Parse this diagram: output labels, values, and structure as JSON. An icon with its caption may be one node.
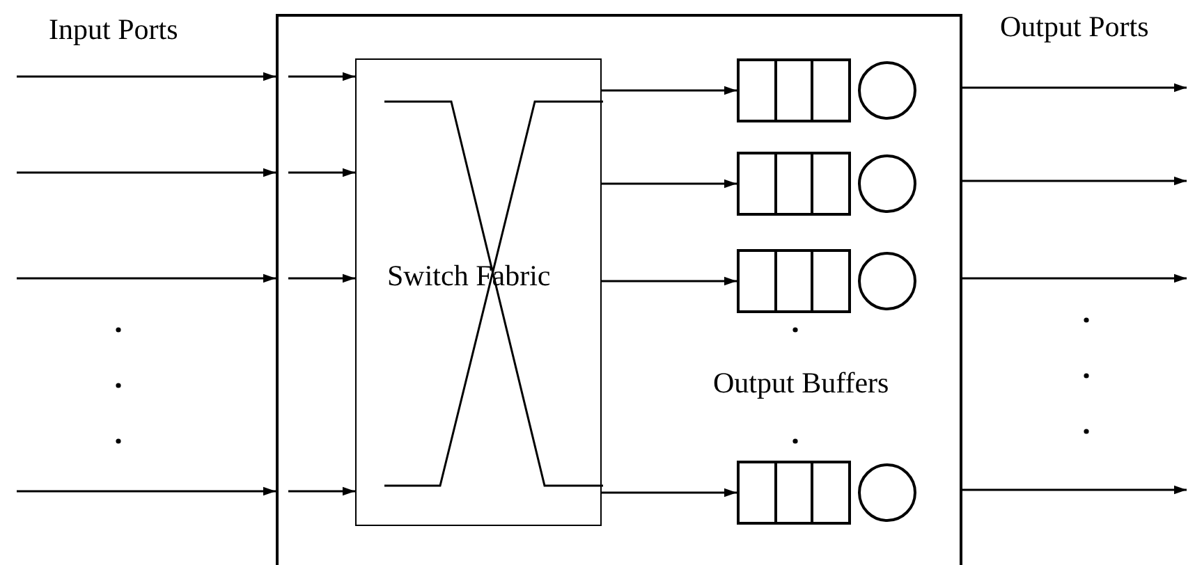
{
  "diagram": {
    "nodes": [
      {
        "text": [],
        "shape": "box"
      },
      {
        "text": [
          "Switch Fabric"
        ],
        "in": 0
      },
      {
        "text": [],
        "shape": "queue",
        "in": 0
      },
      {
        "text": [],
        "shape": "queue",
        "in": 0
      },
      {
        "text": [],
        "shape": "queue",
        "in": 0
      },
      {
        "text": [],
        "shape": "queue",
        "in": 0
      }
    ],
    "edges": [
      {
        "from": null,
        "to": 0,
        "arrow": "to"
      },
      {
        "from": null,
        "to": 0,
        "arrow": "to"
      },
      {
        "from": null,
        "to": 0,
        "arrow": "to"
      },
      {
        "from": null,
        "to": 0,
        "arrow": "to"
      },
      {
        "from": null,
        "to": 1,
        "arrow": "to"
      },
      {
        "from": null,
        "to": 1,
        "arrow": "to"
      },
      {
        "from": null,
        "to": 1,
        "arrow": "to"
      },
      {
        "from": null,
        "to": 1,
        "arrow": "to"
      },
      {
        "from": 1,
        "to": 2,
        "arrow": "to"
      },
      {
        "from": 1,
        "to": 3,
        "arrow": "to"
      },
      {
        "from": 1,
        "to": 4,
        "arrow": "to"
      },
      {
        "from": 1,
        "to": 5,
        "arrow": "to"
      },
      {
        "from": 0,
        "to": null,
        "arrow": "to"
      },
      {
        "from": 0,
        "to": null,
        "arrow": "to"
      },
      {
        "from": 0,
        "to": null,
        "arrow": "to"
      },
      {
        "from": 0,
        "to": null,
        "arrow": "to"
      }
    ],
    "labels": [
      "Input Ports",
      "Output Ports",
      "Output Buffers"
    ]
  }
}
